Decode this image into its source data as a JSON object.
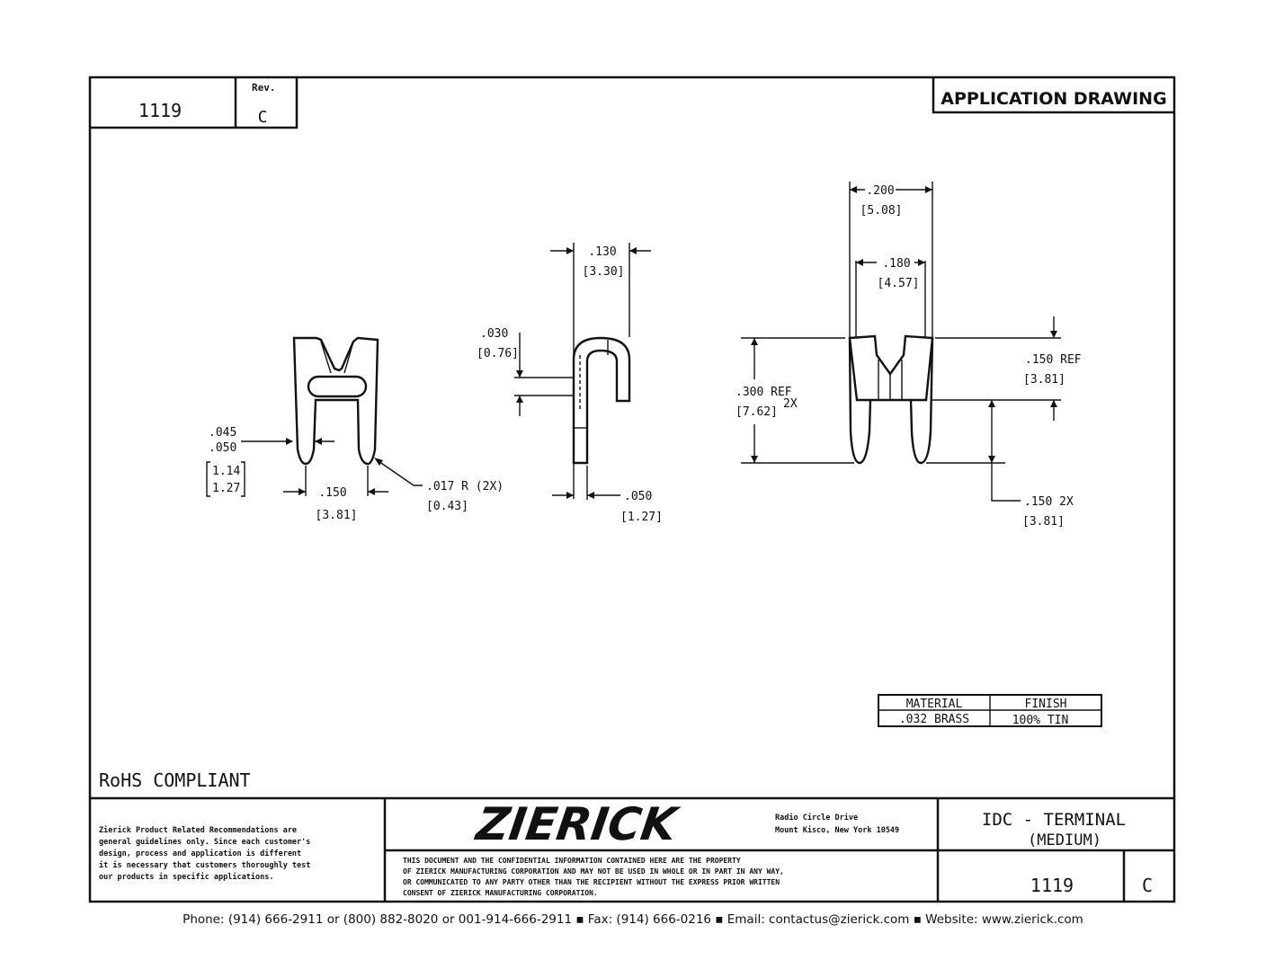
{
  "title_block": {
    "part_number": "1119",
    "rev_label": "Rev.",
    "rev": "C",
    "drawing_type": "APPLICATION DRAWING",
    "rohs": "RoHS COMPLIANT",
    "company": "ZIERICK",
    "address_line1": "Radio Circle Drive",
    "address_line2": "Mount Kisco, New York 10549",
    "disclaimer": [
      "Zierick Product Related Recommendations are",
      "general guidelines only. Since each customer's",
      "design, process and application is different",
      "it is necessary that customers thoroughly test",
      "our products in specific applications."
    ],
    "proprietary": [
      "THIS DOCUMENT AND THE CONFIDENTIAL INFORMATION CONTAINED HERE ARE THE PROPERTY",
      "OF ZIERICK MANUFACTURING CORPORATION AND MAY NOT BE USED IN WHOLE OR IN PART IN ANY WAY,",
      "OR COMMUNICATED TO ANY PARTY OTHER THAN THE RECIPIENT WITHOUT THE EXPRESS PRIOR WRITTEN",
      "CONSENT OF ZIERICK MANUFACTURING CORPORATION."
    ],
    "description_line1": "IDC - TERMINAL",
    "description_line2": "(MEDIUM)"
  },
  "material_table": {
    "headers": [
      "MATERIAL",
      "FINISH"
    ],
    "values": [
      ".032 BRASS",
      "100% TIN"
    ]
  },
  "dimensions": {
    "front": {
      "slot_in": ".045",
      "slot_in2": ".050",
      "slot_mm": "1.14",
      "slot_mm2": "1.27",
      "pitch_in": ".150",
      "pitch_mm": "[3.81]",
      "radius_in": ".017 R (2X)",
      "radius_mm": "[0.43]"
    },
    "side": {
      "width_in": ".130",
      "width_mm": "[3.30]",
      "gap_in": ".030",
      "gap_mm": "[0.76]",
      "thk_in": ".050",
      "thk_mm": "[1.27]"
    },
    "end": {
      "outer_in": ".200",
      "outer_mm": "[5.08]",
      "inner_in": ".180",
      "inner_mm": "[4.57]",
      "height_in": ".300  REF",
      "height_mm": "[7.62]",
      "height_qty": "2X",
      "top_in": ".150  REF",
      "top_mm": "[3.81]",
      "leg_in": ".150  2X",
      "leg_mm": "[3.81]"
    }
  },
  "footer": "Phone: (914) 666-2911 or (800) 882-8020 or 001-914-666-2911 ▪ Fax: (914) 666-0216 ▪ Email: contactus@zierick.com ▪ Website: www.zierick.com"
}
